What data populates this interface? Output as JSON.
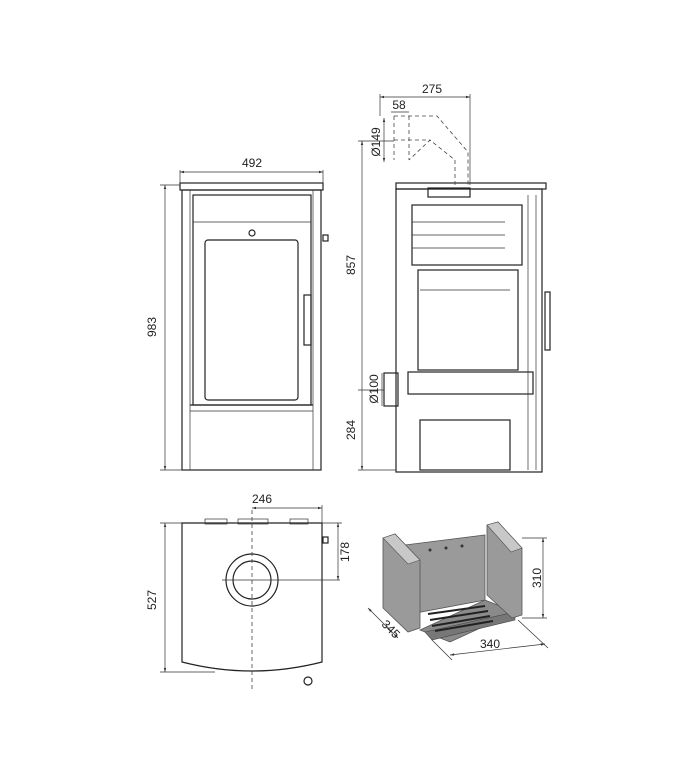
{
  "front_view": {
    "width_label": "492",
    "height_label": "983"
  },
  "side_view": {
    "flue_offset_label": "275",
    "flue_setback_label": "58",
    "top_flue_diameter_label": "Ø149",
    "top_flue_height_label": "857",
    "rear_flue_diameter_label": "Ø100",
    "rear_flue_height_label": "284"
  },
  "top_view": {
    "flue_x_label": "246",
    "flue_y_label": "178",
    "depth_label": "527"
  },
  "firebox_view": {
    "height_label": "310",
    "depth_label": "345",
    "width_label": "340"
  },
  "colors": {
    "line": "#222222",
    "panel_fill": "#9a9a9a",
    "panel_edge": "#c8c8c8"
  }
}
